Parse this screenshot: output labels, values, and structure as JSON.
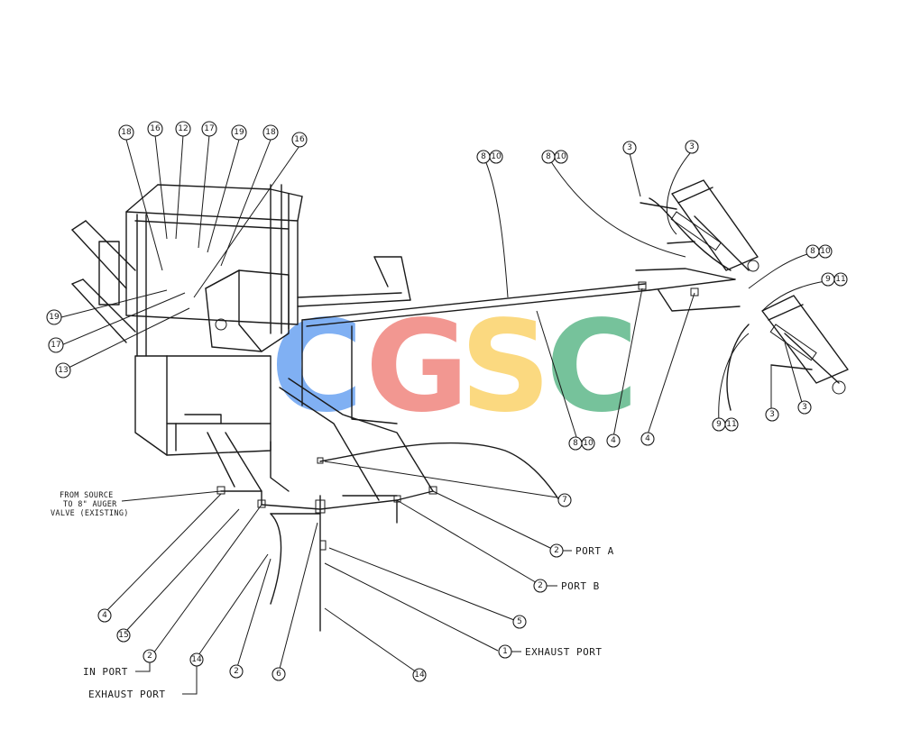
{
  "watermark": {
    "letters": [
      {
        "char": "C",
        "color": "#6aa3f2"
      },
      {
        "char": "G",
        "color": "#f0857e"
      },
      {
        "char": "S",
        "color": "#fbd36a"
      },
      {
        "char": "C",
        "color": "#5fb88a"
      }
    ]
  },
  "labels": {
    "from_source_1": "FROM SOURCE",
    "from_source_2": "TO 8\" AUGER",
    "from_source_3": "VALVE (EXISTING)",
    "port_a": "PORT A",
    "port_b": "PORT B",
    "exhaust_port_right": "EXHAUST PORT",
    "in_port": "IN PORT",
    "exhaust_port_left": "EXHAUST PORT"
  },
  "callouts": [
    {
      "id": "c18a",
      "text": "18"
    },
    {
      "id": "c16a",
      "text": "16"
    },
    {
      "id": "c12",
      "text": "12"
    },
    {
      "id": "c17a",
      "text": "17"
    },
    {
      "id": "c19a",
      "text": "19"
    },
    {
      "id": "c18b",
      "text": "18"
    },
    {
      "id": "c16b",
      "text": "16"
    },
    {
      "id": "c19b",
      "text": "19"
    },
    {
      "id": "c17b",
      "text": "17"
    },
    {
      "id": "c13",
      "text": "13"
    },
    {
      "id": "c8a",
      "text": "8"
    },
    {
      "id": "c10a",
      "text": "10"
    },
    {
      "id": "c8b",
      "text": "8"
    },
    {
      "id": "c10b",
      "text": "10"
    },
    {
      "id": "c3a",
      "text": "3"
    },
    {
      "id": "c3b",
      "text": "3"
    },
    {
      "id": "c8c",
      "text": "8"
    },
    {
      "id": "c10c",
      "text": "10"
    },
    {
      "id": "c9a",
      "text": "9"
    },
    {
      "id": "c11a",
      "text": "11"
    },
    {
      "id": "c3c",
      "text": "3"
    },
    {
      "id": "c3d",
      "text": "3"
    },
    {
      "id": "c9b",
      "text": "9"
    },
    {
      "id": "c11b",
      "text": "11"
    },
    {
      "id": "c8d",
      "text": "8"
    },
    {
      "id": "c10d",
      "text": "10"
    },
    {
      "id": "c4a",
      "text": "4"
    },
    {
      "id": "c4b",
      "text": "4"
    },
    {
      "id": "c7",
      "text": "7"
    },
    {
      "id": "c2a",
      "text": "2"
    },
    {
      "id": "c2b",
      "text": "2"
    },
    {
      "id": "c5",
      "text": "5"
    },
    {
      "id": "c1",
      "text": "1"
    },
    {
      "id": "c14a",
      "text": "14"
    },
    {
      "id": "c6",
      "text": "6"
    },
    {
      "id": "c2c",
      "text": "2"
    },
    {
      "id": "c14b",
      "text": "14"
    },
    {
      "id": "c2d",
      "text": "2"
    },
    {
      "id": "c15",
      "text": "15"
    },
    {
      "id": "c4c",
      "text": "4"
    }
  ]
}
